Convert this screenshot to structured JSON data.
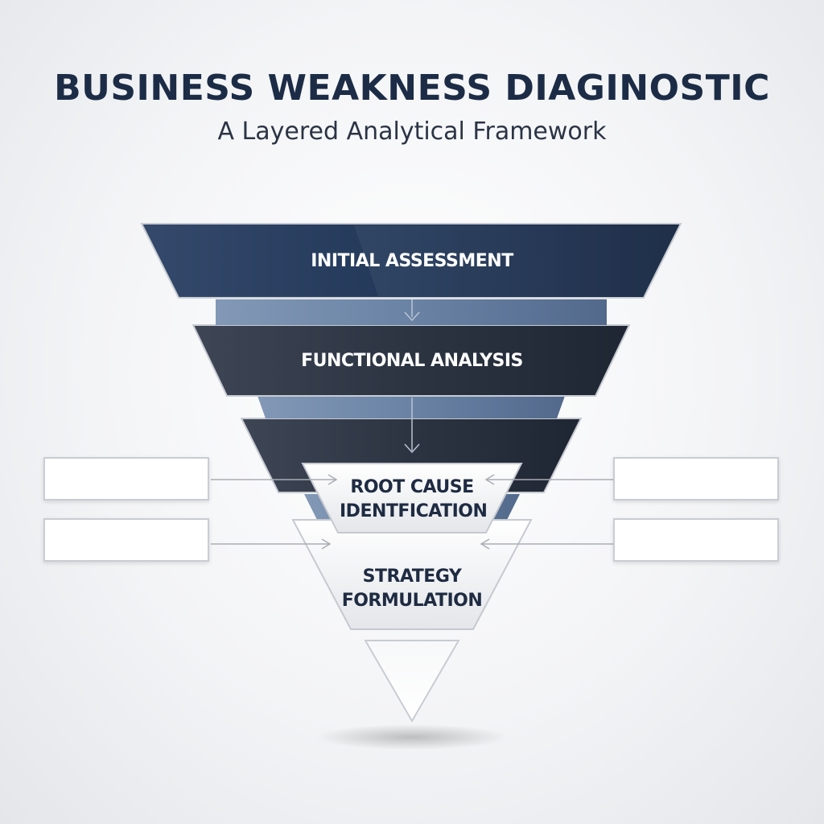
{
  "header": {
    "title": "BUSINESS WEAKNESS DIAGINOSTIC",
    "subtitle": "A Layered Analytical Framework"
  },
  "layers": [
    {
      "id": "initial",
      "label": "INITIAL ASSESSMENT"
    },
    {
      "id": "functional",
      "label": "FUNCTIONAL ANALYSIS"
    },
    {
      "id": "root",
      "label": "ROOT CAUSE IDENTFICATION"
    },
    {
      "id": "strategy",
      "label": "STRATEGY FORMULATION"
    }
  ],
  "colors": {
    "layer_navy": "#1e3050",
    "layer_charcoal": "#2c3442",
    "band_steel": "#6b84a6",
    "title": "#1c2c46",
    "box_border": "#c9ccd2"
  }
}
